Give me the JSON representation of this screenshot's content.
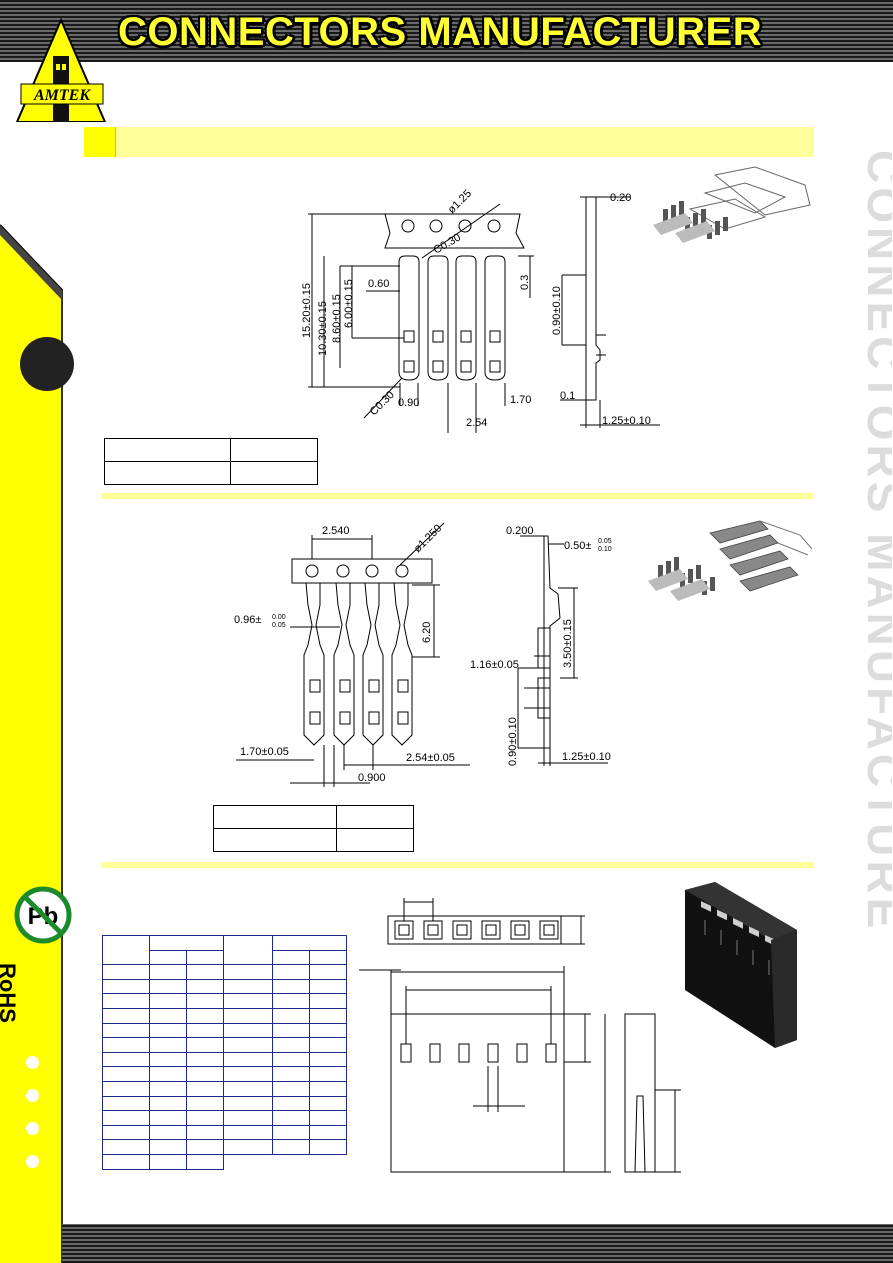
{
  "header": {
    "title": "CONNECTORS MANUFACTURER",
    "logo_text": "AMTEK"
  },
  "side": {
    "rohs_label": "RoHS",
    "pb_label": "Pb",
    "side_word": "CONNECTORS MANUFACTURE"
  },
  "drawing1": {
    "front_dims": [
      "ø1.25",
      "C0.30",
      "15.20±0.15",
      "10.30±0.15",
      "8.60±0.15",
      "6.00±0.15",
      "0.60",
      "0.3",
      "C0.30",
      "0.90",
      "1.70",
      "2.54"
    ],
    "side_dims": [
      "0.20",
      "0.90±0.10",
      "0.1",
      "1.25±0.10"
    ]
  },
  "drawing2": {
    "front_dims": [
      "2.540",
      "ø1.250",
      "0.96±",
      "0.00",
      "0.05",
      "6.20",
      "1.70±0.05",
      "2.54±0.05",
      "0.900"
    ],
    "side_dims": [
      "0.200",
      "0.50±",
      "0.05",
      "0.10",
      "1.16±0.05",
      "3.50±0.15",
      "0.90±0.10",
      "1.25±0.10"
    ]
  },
  "colors": {
    "accent_yellow": "#ffff00",
    "soft_yellow": "#ffff99",
    "table_blue": "#1d2a8c"
  }
}
